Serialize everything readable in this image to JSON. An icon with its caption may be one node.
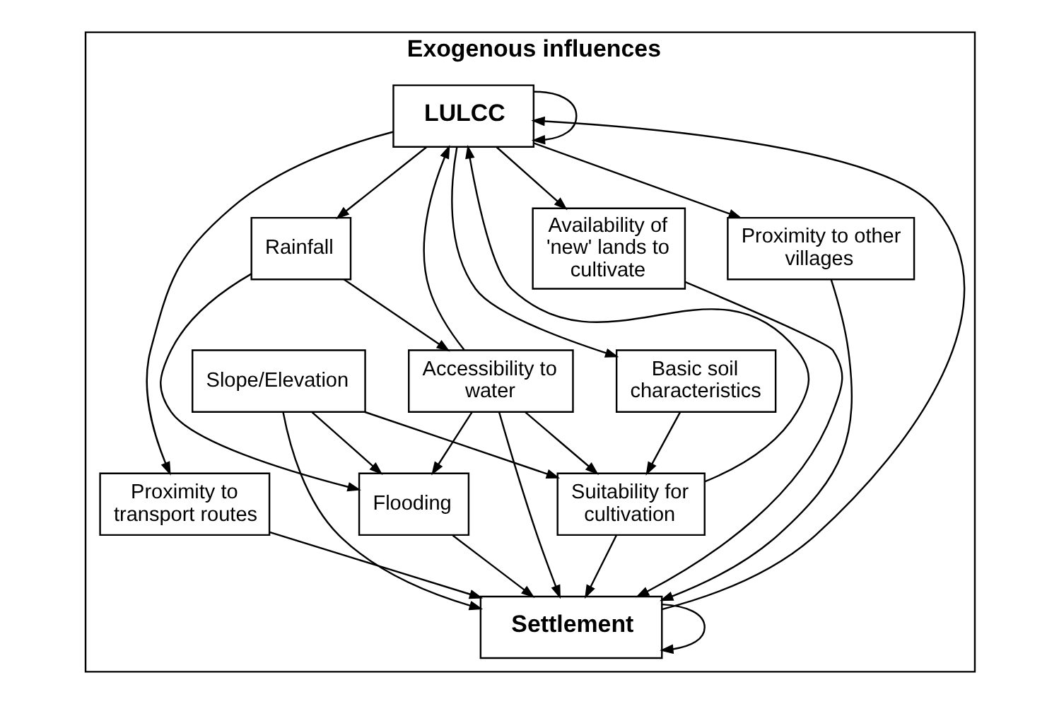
{
  "diagram": {
    "nodes": [
      {
        "text": [
          "Exogenous influences"
        ]
      },
      {
        "text": [
          "LULCC"
        ],
        "in": 0
      },
      {
        "text": [
          "Settlement"
        ],
        "in": 0
      },
      {
        "text": [
          "Accessibility to water"
        ],
        "in": 0
      },
      {
        "text": [
          "Rainfall"
        ],
        "in": 0
      },
      {
        "text": [
          "Suitability for cultivation"
        ],
        "in": 0
      },
      {
        "text": [
          "Basic soil characteristics"
        ],
        "in": 0
      },
      {
        "text": [
          "Flooding"
        ],
        "in": 0
      },
      {
        "text": [
          "Proximity to transport routes"
        ],
        "in": 0
      },
      {
        "text": [
          "Slope/Elevation"
        ],
        "in": 0
      },
      {
        "text": [
          "Availability of 'new' lands to cultivate"
        ],
        "in": 0
      },
      {
        "text": [
          "Proximity to other villages"
        ],
        "in": 0
      }
    ],
    "edges": [
      {
        "from": 1,
        "to": 1,
        "arrow": "to"
      },
      {
        "from": 1,
        "to": 4,
        "arrow": "to"
      },
      {
        "from": 3,
        "to": 1,
        "arrow": "to"
      },
      {
        "from": 5,
        "to": 1,
        "arrow": "to"
      },
      {
        "from": 2,
        "to": 1,
        "arrow": "to"
      },
      {
        "from": 2,
        "to": 2,
        "arrow": "to"
      },
      {
        "from": 3,
        "to": 2,
        "arrow": "to"
      },
      {
        "from": 5,
        "to": 2,
        "arrow": "to"
      },
      {
        "from": 7,
        "to": 2,
        "arrow": "to"
      },
      {
        "from": 9,
        "to": 2,
        "arrow": "to"
      },
      {
        "from": 11,
        "to": 2,
        "arrow": "to"
      },
      {
        "from": 10,
        "to": 2,
        "arrow": "to"
      },
      {
        "from": 8,
        "to": 2,
        "arrow": "to"
      },
      {
        "from": 1,
        "to": 8,
        "arrow": "to"
      },
      {
        "from": 4,
        "to": 3,
        "arrow": "to"
      },
      {
        "from": 4,
        "to": 7,
        "arrow": "to"
      },
      {
        "from": 3,
        "to": 5,
        "arrow": "to"
      },
      {
        "from": 3,
        "to": 7,
        "arrow": "to"
      },
      {
        "from": 6,
        "to": 5,
        "arrow": "to"
      },
      {
        "from": 9,
        "to": 5,
        "arrow": "to"
      },
      {
        "from": 9,
        "to": 7,
        "arrow": "to"
      },
      {
        "from": 1,
        "to": 10,
        "arrow": "to"
      },
      {
        "from": 1,
        "to": 11,
        "arrow": "to"
      },
      {
        "from": 1,
        "to": 6,
        "arrow": "to"
      }
    ]
  }
}
